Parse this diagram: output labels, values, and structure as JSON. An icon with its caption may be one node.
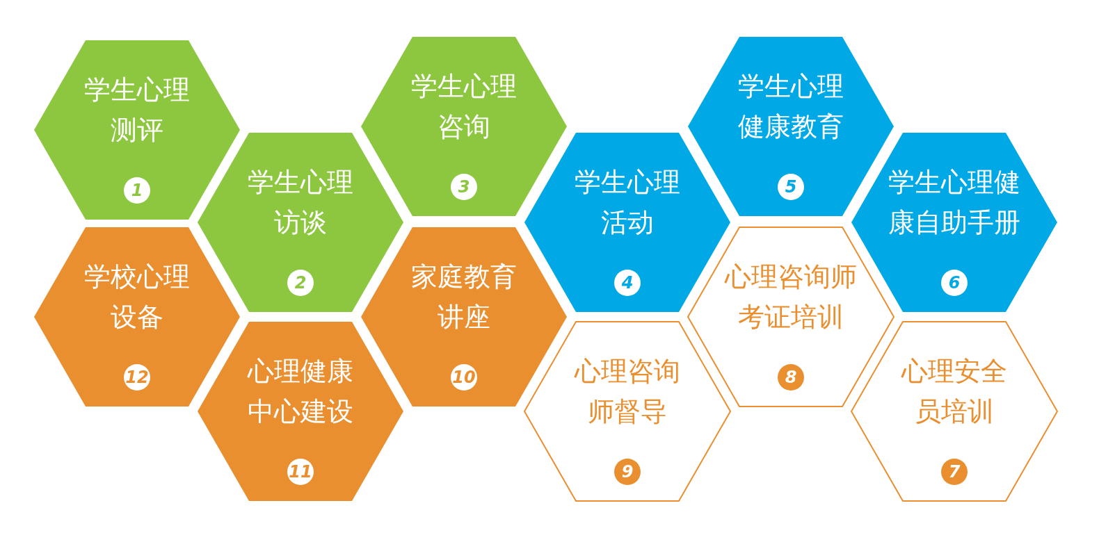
{
  "diagram": {
    "nodes": [
      {
        "text": [
          "学生心理测评",
          "1"
        ]
      },
      {
        "text": [
          "学生心理访谈",
          "2"
        ]
      },
      {
        "text": [
          "学生心理咨询",
          "3"
        ]
      },
      {
        "text": [
          "学生心理活动",
          "4"
        ]
      },
      {
        "text": [
          "学生心理健康教育",
          "5"
        ]
      },
      {
        "text": [
          "学生心理健康自助手册",
          "6"
        ]
      },
      {
        "text": [
          "心理安全员培训",
          "7"
        ]
      },
      {
        "text": [
          "心理咨询师考证培训",
          "8"
        ]
      },
      {
        "text": [
          "心理咨询师督导",
          "9"
        ]
      },
      {
        "text": [
          "家庭教育讲座",
          "10"
        ]
      },
      {
        "text": [
          "心理健康中心建设",
          "11"
        ]
      },
      {
        "text": [
          "学校心理设备",
          "12"
        ]
      }
    ]
  }
}
